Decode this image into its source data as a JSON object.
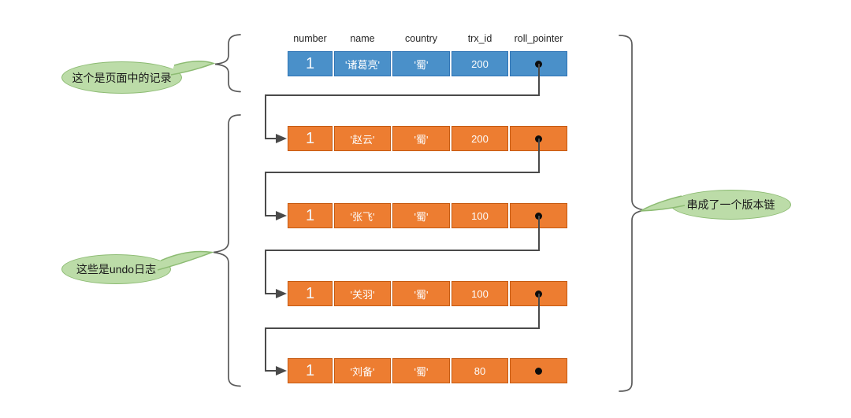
{
  "table": {
    "headers": [
      "number",
      "name",
      "country",
      "trx_id",
      "roll_pointer"
    ],
    "rows": [
      {
        "type": "page-record",
        "values": [
          "1",
          "'诸葛亮'",
          "'蜀'",
          "200"
        ],
        "roll_pointer": "dot"
      },
      {
        "type": "undo-log",
        "values": [
          "1",
          "'赵云'",
          "'蜀'",
          "200"
        ],
        "roll_pointer": "dot"
      },
      {
        "type": "undo-log",
        "values": [
          "1",
          "'张飞'",
          "'蜀'",
          "100"
        ],
        "roll_pointer": "dot"
      },
      {
        "type": "undo-log",
        "values": [
          "1",
          "'关羽'",
          "'蜀'",
          "100"
        ],
        "roll_pointer": "dot"
      },
      {
        "type": "undo-log",
        "values": [
          "1",
          "'刘备'",
          "'蜀'",
          "80"
        ],
        "roll_pointer": "dot"
      }
    ]
  },
  "annotations": {
    "page_record_label": "这个是页面中的记录",
    "undo_logs_label": "这些是undo日志",
    "version_chain_label": "串成了一个版本链"
  },
  "colors": {
    "page_record_fill": "#4A90C9",
    "page_record_border": "#2F74B5",
    "undo_log_fill": "#ED7D31",
    "undo_log_border": "#C55A11",
    "bubble_fill": "#BCDCA8",
    "bubble_border": "#8CBB72",
    "line_color": "#4A4A4A",
    "brace_color": "#5A5A5A"
  }
}
